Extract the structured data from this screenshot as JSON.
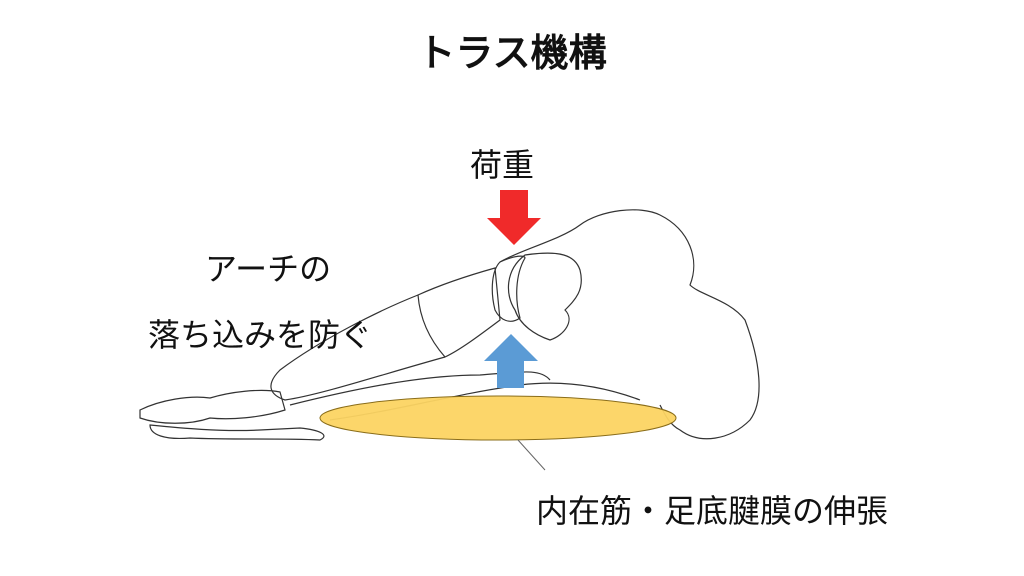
{
  "title": "トラス機構",
  "labels": {
    "load": "荷重",
    "arch_line1": "アーチの",
    "arch_line2": "落ち込みを防ぐ",
    "tension": "内在筋・足底腱膜の伸張"
  },
  "colors": {
    "load_arrow": "#f02a2a",
    "support_arrow": "#5b9bd5",
    "fascia_ellipse": "#fcd462"
  }
}
